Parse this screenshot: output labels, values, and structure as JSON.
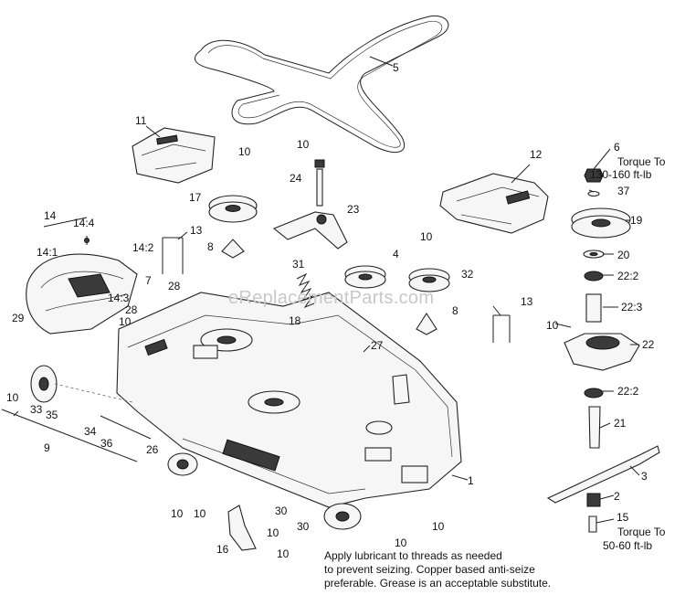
{
  "watermark": "eReplacementParts.com",
  "note": {
    "line1": "Apply lubricant to threads as needed",
    "line2": "to prevent seizing. Copper based anti-seize",
    "line3": "preferable. Grease is an acceptable substitute."
  },
  "torque": {
    "spindle_nut_line1": "Torque To",
    "spindle_nut_line2": "130-160 ft-lb",
    "blade_bolt_line1": "Torque To",
    "blade_bolt_line2": "50-60 ft-lb"
  },
  "callouts": {
    "c1": "1",
    "c2": "2",
    "c3": "3",
    "c4": "4",
    "c5": "5",
    "c6": "6",
    "c7": "7",
    "c8a": "8",
    "c8b": "8",
    "c9": "9",
    "c10a": "10",
    "c10b": "10",
    "c10c": "10",
    "c10d": "10",
    "c10e": "10",
    "c10f": "10",
    "c10g": "10",
    "c10h": "10",
    "c10i": "10",
    "c10j": "10",
    "c10k": "10",
    "c10l": "10",
    "c11": "11",
    "c12": "12",
    "c13a": "13",
    "c13b": "13",
    "c14": "14",
    "c14_1": "14:1",
    "c14_2": "14:2",
    "c14_3": "14:3",
    "c14_4": "14:4",
    "c15": "15",
    "c16": "16",
    "c17": "17",
    "c18": "18",
    "c19": "19",
    "c20": "20",
    "c21": "21",
    "c22": "22",
    "c22_2a": "22:2",
    "c22_2b": "22:2",
    "c22_3": "22:3",
    "c23": "23",
    "c24": "24",
    "c26": "26",
    "c27": "27",
    "c28a": "28",
    "c28b": "28",
    "c29": "29",
    "c30a": "30",
    "c30b": "30",
    "c31": "31",
    "c32": "32",
    "c33": "33",
    "c34": "34",
    "c35": "35",
    "c36": "36",
    "c37": "37"
  }
}
